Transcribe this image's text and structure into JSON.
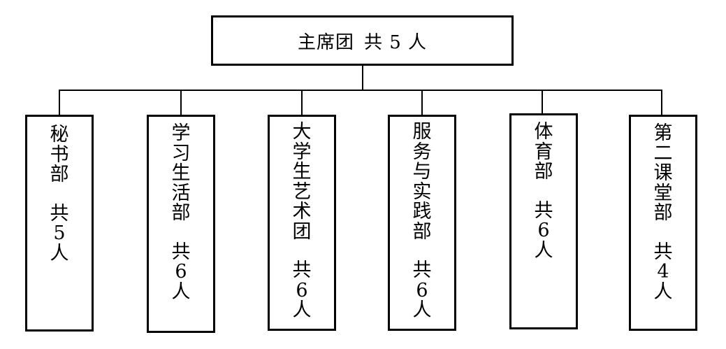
{
  "root": {
    "name": "主席团",
    "count": "共 5 人"
  },
  "departments": [
    {
      "name": "秘书部",
      "count": "共5人"
    },
    {
      "name": "学习生活部",
      "count": "共6人"
    },
    {
      "name": "大学生艺术团",
      "count": "共6人"
    },
    {
      "name": "服务与实践部",
      "count": "共6人"
    },
    {
      "name": "体育部",
      "count": "共6人"
    },
    {
      "name": "第二课堂部",
      "count": "共4人"
    }
  ]
}
